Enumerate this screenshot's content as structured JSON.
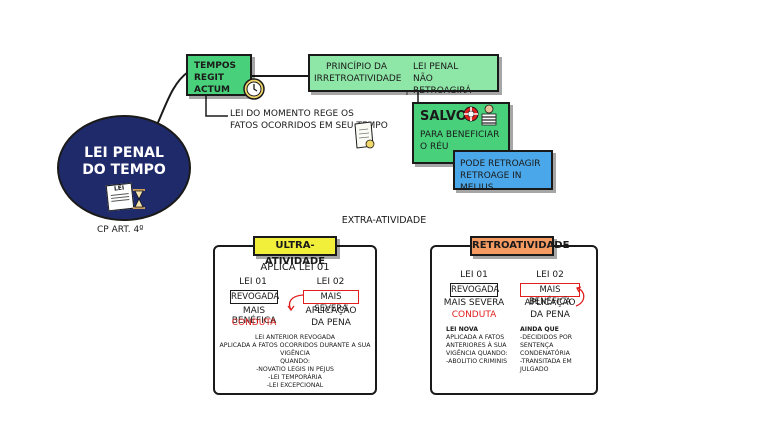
{
  "main": {
    "title_line1": "LEI PENAL",
    "title_line2": "DO TEMPO",
    "badge": "LEI",
    "reference": "CP ART. 4º"
  },
  "tempus": {
    "line1": "TEMPOS REGIT",
    "line2": "ACTUM",
    "note_line1": "LEI DO MOMENTO REGE OS",
    "note_line2": "FATOS OCORRIDOS EM SEU TEMPO"
  },
  "principio": {
    "line1": "PRINCÍPIO DA",
    "line2": "IRRETROATIVIDADE",
    "right_line1": "LEI PENAL",
    "right_line2": "NÃO RETROAGIRÁ"
  },
  "salvo": {
    "title": "SALVO",
    "line1": "PARA BENEFICIAR",
    "line2": "O RÉU"
  },
  "retroage": {
    "line1": "PODE RETROAGIR",
    "line2": "RETROAGE IN MELIUS"
  },
  "extra": {
    "title": "EXTRA-ATIVIDADE"
  },
  "ultra": {
    "title": "ULTRA-ATIVIDADE",
    "heading": "APLICA LEI 01",
    "lei01": "LEI 01",
    "lei02": "LEI 02",
    "revogada": "REVOGADA",
    "mais_severa": "MAIS SEVERA",
    "mais_benefica": "MAIS BENÉFICA",
    "aplicacao": "APLICAÇÃO",
    "conduta": "CONDUTA",
    "da_pena": "DA PENA",
    "note_line1": "LEI ANTERIOR REVOGADA",
    "note_line2": "APLICADA A FATOS OCORRIDOS DURANTE A SUA VIGÊNCIA",
    "note_line3": "QUANDO:",
    "bullet1": "-NOVATIO LEGIS IN PEJUS",
    "bullet2": "-LEI TEMPORÁRIA",
    "bullet3": "-LEI EXCEPCIONAL"
  },
  "retro": {
    "title": "RETROATIVIDADE",
    "lei01": "LEI 01",
    "lei02": "LEI 02",
    "revogada": "REVOGADA",
    "mais_benefica": "MAIS BENÉFICA",
    "mais_severa": "MAIS SEVERA",
    "aplicacao": "APLICAÇÃO",
    "conduta": "CONDUTA",
    "da_pena": "DA PENA",
    "left_line1": "LEI NOVA",
    "left_line2": "APLICADA A FATOS",
    "left_line3": "ANTERIORES À SUA",
    "left_line4": "VIGÊNCIA QUANDO:",
    "left_line5": "-ABOLITIO CRIMINIS",
    "right_line1": "AINDA QUE",
    "right_line2": "-DECIDIDOS POR",
    "right_line3": "SENTENÇA CONDENATÓRIA",
    "right_line4": "-TRANSITADA EM",
    "right_line5": "JULGADO"
  },
  "colors": {
    "navy": "#1f2a6b",
    "green": "#49d07a",
    "light_green": "#8ee6a7",
    "blue": "#4aa8ea",
    "yellow": "#f2ef3a",
    "orange": "#f59b62",
    "red": "#e01f1f"
  },
  "icons": [
    "clock-icon",
    "document-icon",
    "lifebuoy-icon",
    "prisoner-icon",
    "hourglass-icon",
    "scroll-icon"
  ]
}
